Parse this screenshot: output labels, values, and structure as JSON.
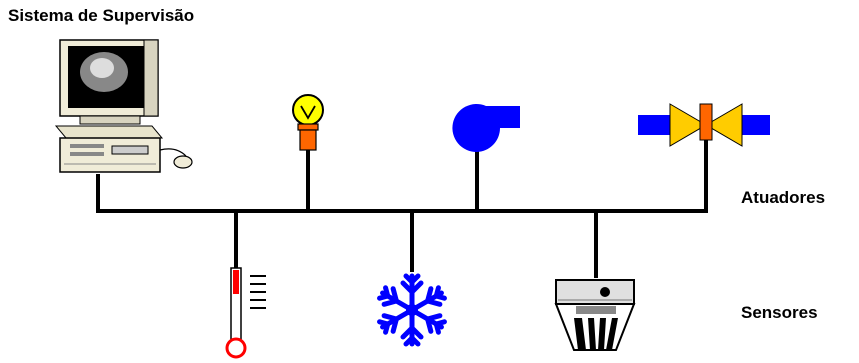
{
  "title": "Sistema de Supervisão",
  "labels": {
    "actuators": "Atuadores",
    "sensors": "Sensores"
  },
  "icons": {
    "computer": "computer-icon",
    "lamp": "light-bulb-icon",
    "fan": "blower-fan-icon",
    "valve": "valve-icon",
    "thermometer": "thermometer-icon",
    "frost": "snowflake-icon",
    "detector": "smoke-detector-icon"
  },
  "colors": {
    "bus": "#000000",
    "blue": "#0000ff",
    "bulb": "#ffff00",
    "orange": "#ff6600",
    "valve_body": "#ffcc00",
    "thermo_red": "#ff0000",
    "beige": "#f0ecd8",
    "gray": "#c8c8c8"
  }
}
